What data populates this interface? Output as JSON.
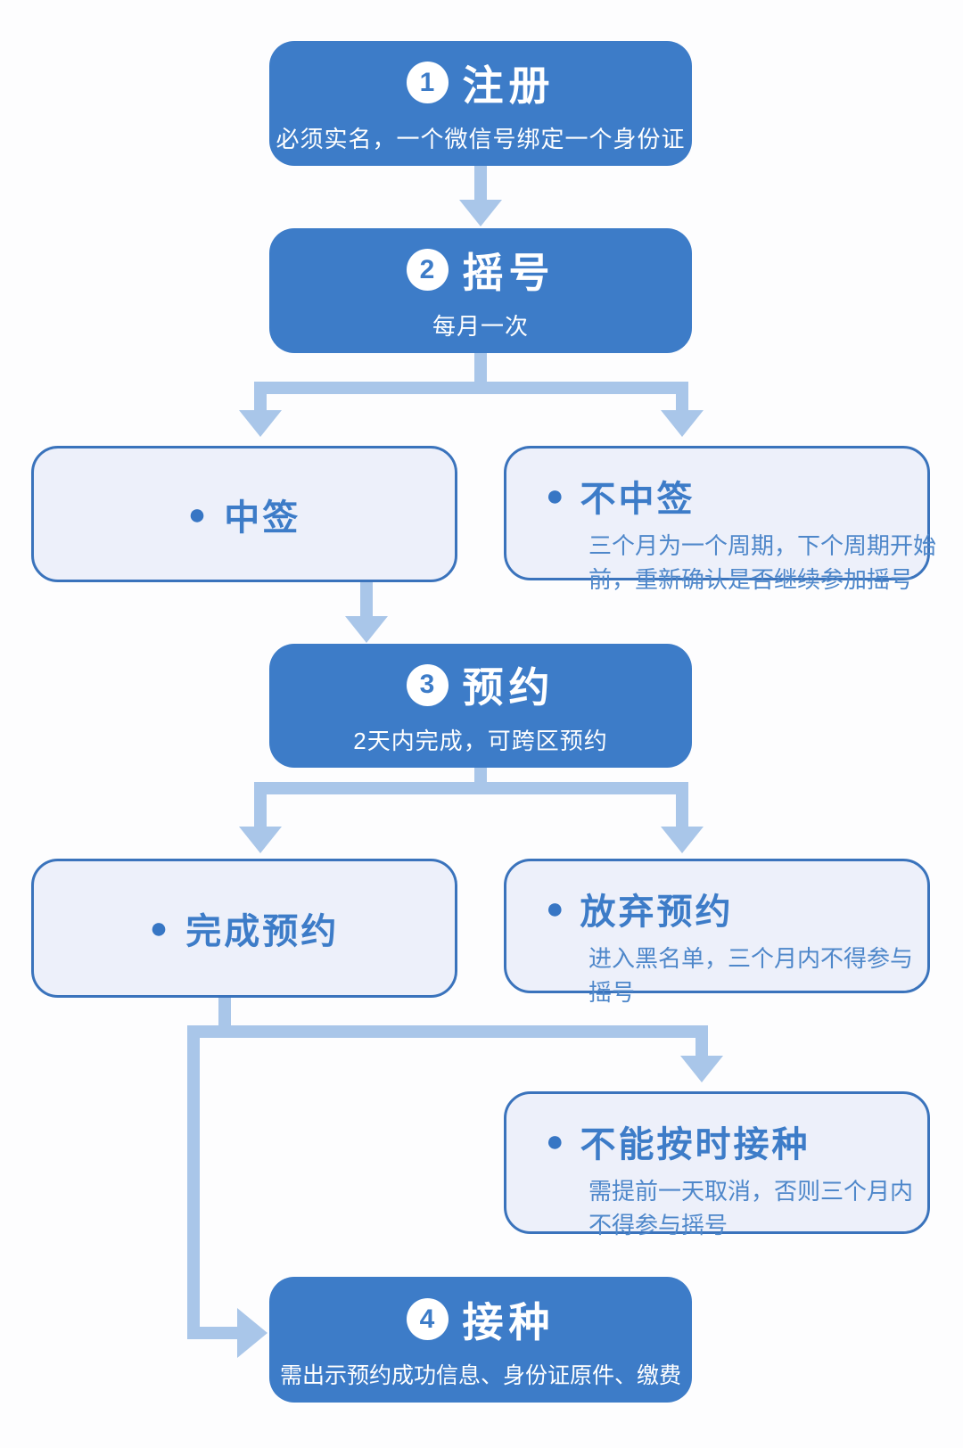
{
  "colors": {
    "step_box_fill": "#3d7cc8",
    "outcome_fill": "#edf0fa",
    "outcome_border": "#3a73bc",
    "connector": "#a9c6e9",
    "detail_text": "#4e87ca",
    "step_text": "#ffffff"
  },
  "icons": {
    "bullet": "●"
  },
  "steps": [
    {
      "num": "1",
      "title": "注册",
      "subtitle": "必须实名，一个微信号绑定一个身份证"
    },
    {
      "num": "2",
      "title": "摇号",
      "subtitle": "每月一次"
    },
    {
      "num": "3",
      "title": "预约",
      "subtitle": "2天内完成，可跨区预约"
    },
    {
      "num": "4",
      "title": "接种",
      "subtitle": "需出示预约成功信息、身份证原件、缴费"
    }
  ],
  "outcomes": [
    {
      "title": "中签",
      "detail_lines": []
    },
    {
      "title": "不中签",
      "detail_lines": [
        "三个月为一个周期，下个周期开始",
        "前，重新确认是否继续参加摇号"
      ]
    },
    {
      "title": "完成预约",
      "detail_lines": []
    },
    {
      "title": "放弃预约",
      "detail_lines": [
        "进入黑名单，三个月内不得参与",
        "摇号"
      ]
    },
    {
      "title": "不能按时接种",
      "detail_lines": [
        "需提前一天取消，否则三个月内",
        "不得参与摇号"
      ]
    }
  ]
}
